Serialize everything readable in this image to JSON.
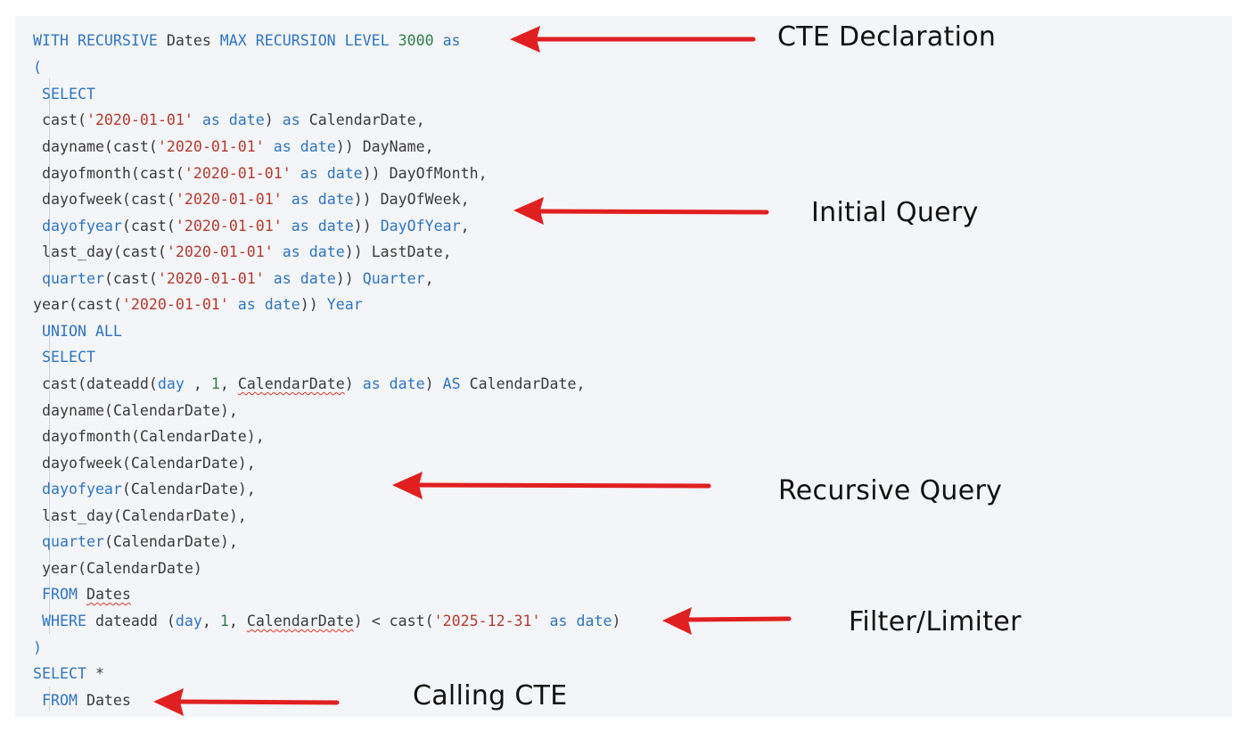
{
  "colors": {
    "keyword": "#2f75c1",
    "string": "#b33b2e",
    "number": "#2e7d4f",
    "text": "#3b3b3b",
    "arrow": "#e02020",
    "editor_bg": "#f4f5f8"
  },
  "code": {
    "cte_name": "Dates",
    "recursion_level": "3000",
    "start_date": "'2020-01-01'",
    "end_date": "'2025-12-31'",
    "interval_unit": "day",
    "interval_step": "1",
    "calendar_col": "CalendarDate",
    "columns": {
      "day_name": "DayName",
      "day_of_month": "DayOfMonth",
      "day_of_week": "DayOfWeek",
      "day_of_year": "DayOfYear",
      "last_date": "LastDate",
      "quarter": "Quarter",
      "year": "Year"
    }
  },
  "annotations": {
    "cte_declaration": "CTE Declaration",
    "initial_query": "Initial Query",
    "recursive_query": "Recursive Query",
    "filter_limiter": "Filter/Limiter",
    "calling_cte": "Calling CTE"
  }
}
